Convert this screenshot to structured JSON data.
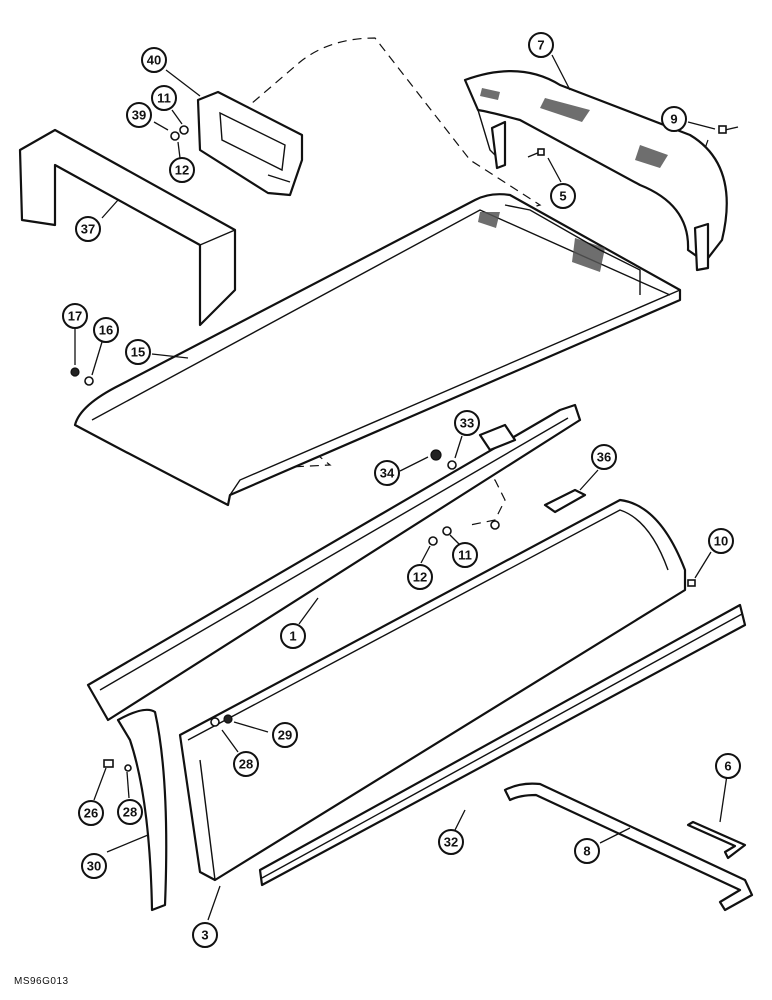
{
  "figure_code": "MS96G013",
  "callouts": [
    {
      "id": "c40",
      "label": "40"
    },
    {
      "id": "c11a",
      "label": "11"
    },
    {
      "id": "c39",
      "label": "39"
    },
    {
      "id": "c12a",
      "label": "12"
    },
    {
      "id": "c37",
      "label": "37"
    },
    {
      "id": "c7",
      "label": "7"
    },
    {
      "id": "c9",
      "label": "9"
    },
    {
      "id": "c5",
      "label": "5"
    },
    {
      "id": "c17",
      "label": "17"
    },
    {
      "id": "c16",
      "label": "16"
    },
    {
      "id": "c15",
      "label": "15"
    },
    {
      "id": "c33",
      "label": "33"
    },
    {
      "id": "c34",
      "label": "34"
    },
    {
      "id": "c36",
      "label": "36"
    },
    {
      "id": "c11b",
      "label": "11"
    },
    {
      "id": "c12b",
      "label": "12"
    },
    {
      "id": "c10",
      "label": "10"
    },
    {
      "id": "c1",
      "label": "1"
    },
    {
      "id": "c29",
      "label": "29"
    },
    {
      "id": "c28a",
      "label": "28"
    },
    {
      "id": "c26",
      "label": "26"
    },
    {
      "id": "c28b",
      "label": "28"
    },
    {
      "id": "c30",
      "label": "30"
    },
    {
      "id": "c32",
      "label": "32"
    },
    {
      "id": "c6",
      "label": "6"
    },
    {
      "id": "c8",
      "label": "8"
    },
    {
      "id": "c3",
      "label": "3"
    }
  ]
}
